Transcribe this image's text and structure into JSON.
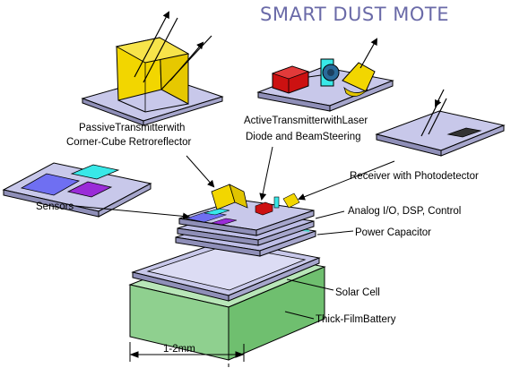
{
  "title": "SMART DUST MOTE",
  "labels": {
    "passive_line1": "PassiveTransmitterwith",
    "passive_line2": "Corner-Cube Retroreflector",
    "active_line1": "ActiveTransmitterwithLaser",
    "active_line2": "Diode and BeamSteering",
    "receiver": "Receiver with Photodetector",
    "sensors": "Sensors",
    "analog": "Analog I/O, DSP, Control",
    "power_capacitor": "Power Capacitor",
    "solar_cell": "Solar Cell",
    "battery": "Thick-FilmBattery",
    "dimension": "1-2mm"
  },
  "colors": {
    "title": "#6a6aa8",
    "panel": "#c8c8ea",
    "cube_yellow": "#f2d600",
    "laser_red": "#cc1111",
    "battery_green": "#8fd08f",
    "sensor_blue": "#6f6ff2",
    "sensor_cyan": "#38e8e8",
    "sensor_purple": "#9a2cd8",
    "photodetector": "#333333"
  }
}
